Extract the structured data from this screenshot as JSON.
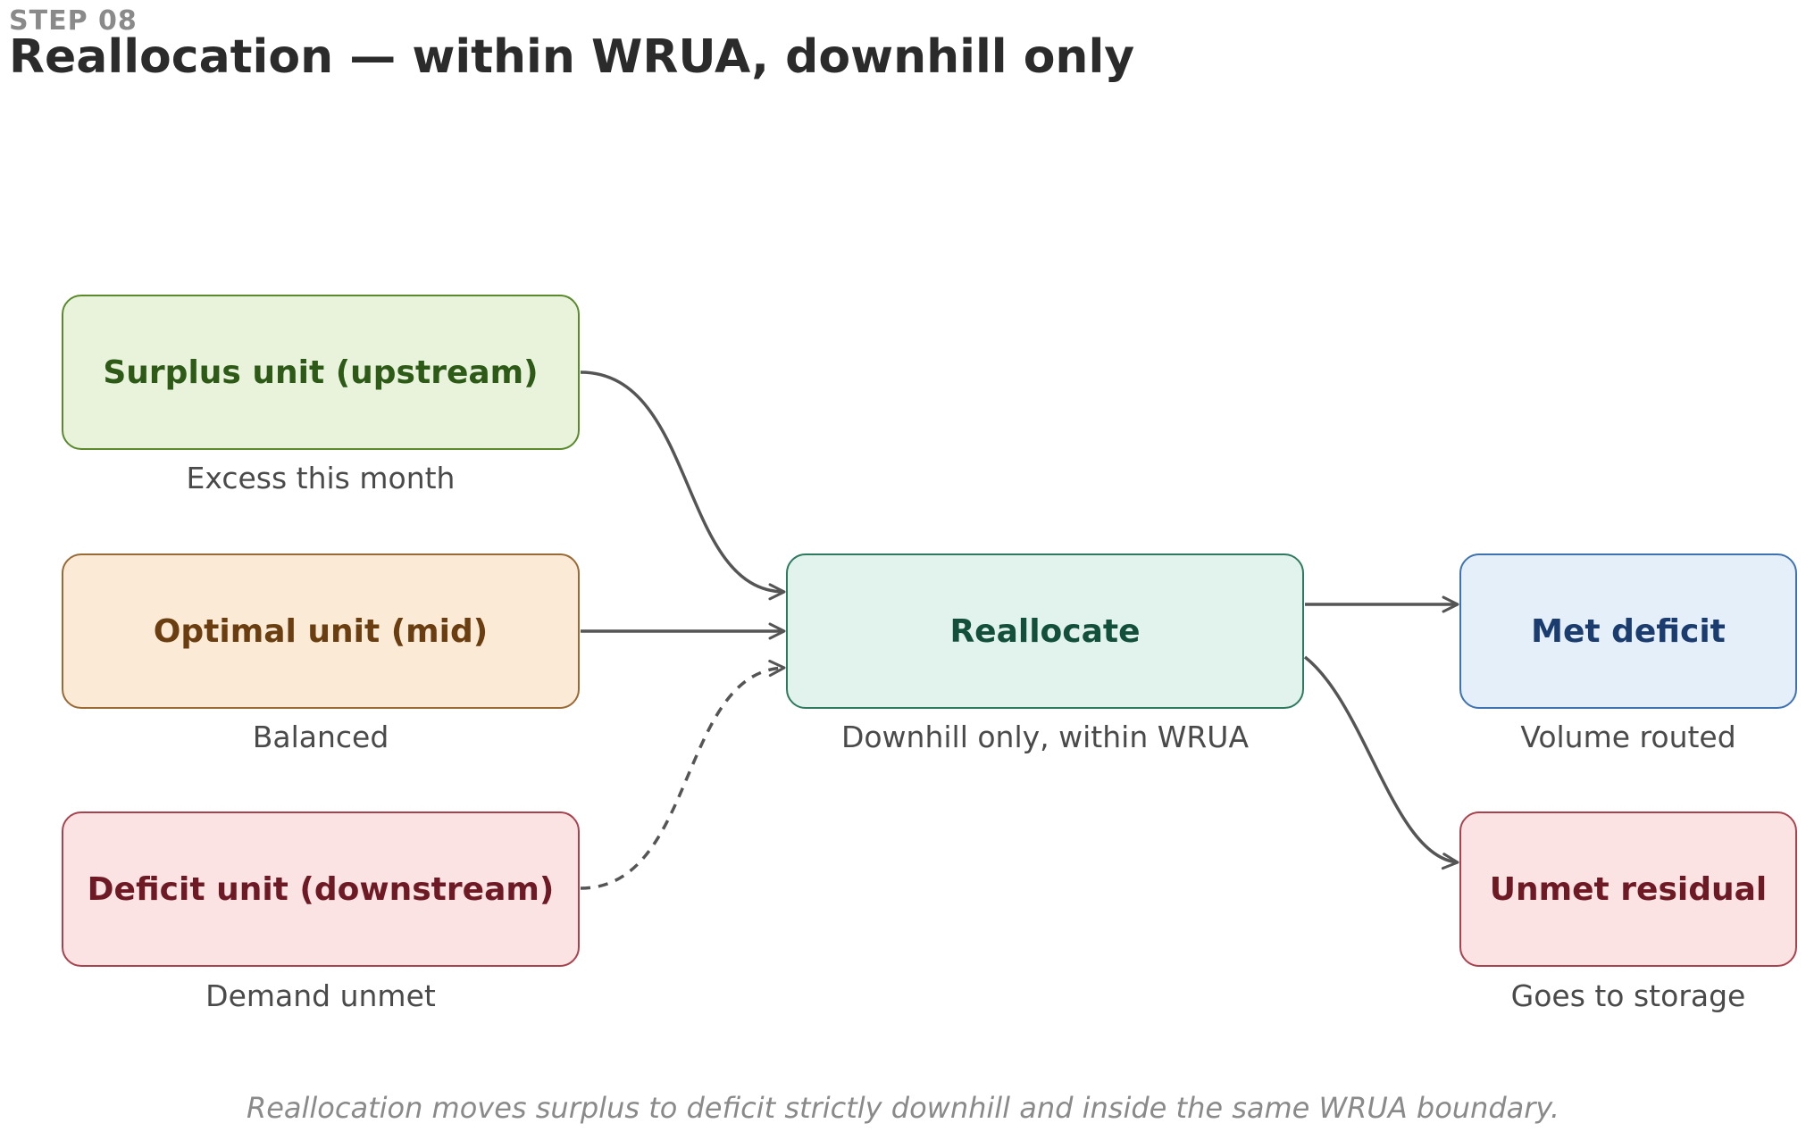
{
  "header": {
    "step": "STEP 08",
    "title": "Reallocation — within WRUA, downhill only"
  },
  "nodes": {
    "surplus": {
      "label": "Surplus unit (upstream)",
      "sub": "Excess this month"
    },
    "optimal": {
      "label": "Optimal unit (mid)",
      "sub": "Balanced"
    },
    "deficit": {
      "label": "Deficit unit (downstream)",
      "sub": "Demand unmet"
    },
    "reallocate": {
      "label": "Reallocate",
      "sub": "Downhill only, within WRUA"
    },
    "met": {
      "label": "Met deficit",
      "sub": "Volume routed"
    },
    "unmet": {
      "label": "Unmet residual",
      "sub": "Goes to storage"
    }
  },
  "edges": [
    {
      "from": "surplus",
      "to": "reallocate",
      "style": "solid"
    },
    {
      "from": "optimal",
      "to": "reallocate",
      "style": "solid"
    },
    {
      "from": "deficit",
      "to": "reallocate",
      "style": "dashed"
    },
    {
      "from": "reallocate",
      "to": "met",
      "style": "solid"
    },
    {
      "from": "reallocate",
      "to": "unmet",
      "style": "solid"
    }
  ],
  "caption": "Reallocation moves surplus to deficit strictly downhill and inside the same WRUA boundary.",
  "colors": {
    "edge": "#555555"
  }
}
